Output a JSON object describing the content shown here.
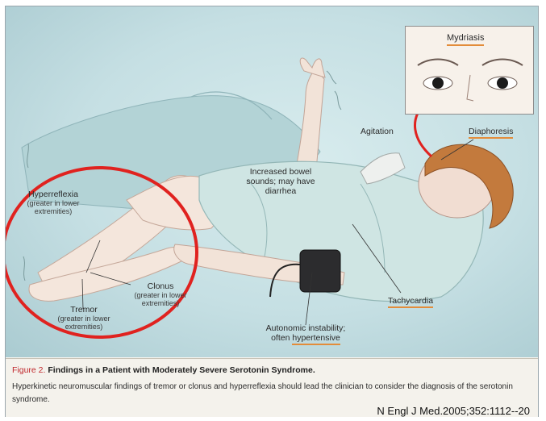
{
  "figure": {
    "labels": {
      "mydriasis": "Mydriasis",
      "agitation": "Agitation",
      "diaphoresis": "Diaphoresis",
      "bowel": "Increased bowel sounds; may have diarrhea",
      "hyperreflexia": "Hyperreflexia",
      "hyperreflexia_sub": "(greater in lower extremities)",
      "clonus": "Clonus",
      "clonus_sub": "(greater in lower extremities)",
      "tremor": "Tremor",
      "tremor_sub": "(greater in lower extremities)",
      "autonomic": "Autonomic instability; often",
      "hypertensive": "hypertensive",
      "tachycardia": "Tachycardia"
    },
    "colors": {
      "highlight_circle": "#e0221f",
      "underline": "#e38c3a",
      "figure_label": "#c0282d"
    }
  },
  "caption": {
    "figure_label": "Figure 2.",
    "title": "Findings in a Patient with Moderately Severe Serotonin Syndrome.",
    "body": "Hyperkinetic neuromuscular findings of tremor or clonus and hyperreflexia should lead the clinician to consider the diagnosis of the serotonin syndrome.",
    "citation": "N Engl J Med.2005;352:1112--20"
  }
}
